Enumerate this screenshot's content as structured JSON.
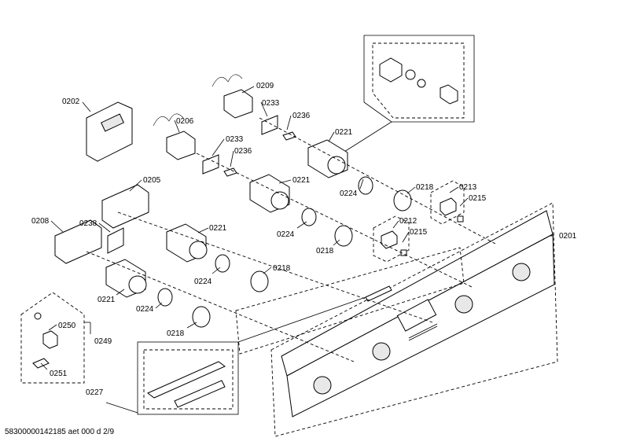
{
  "labels": {
    "l0202": "0202",
    "l0209": "0209",
    "l0233a": "0233",
    "l0236a": "0236",
    "l0206": "0206",
    "l0233b": "0233",
    "l0236b": "0236",
    "l0221a": "0221",
    "l0205": "0205",
    "l0221b": "0221",
    "l0224a": "0224",
    "l0218a": "0218",
    "l0213": "0213",
    "l0215a": "0215",
    "l0208": "0208",
    "l0238": "0238",
    "l0221c": "0221",
    "l0224b": "0224",
    "l0212": "0212",
    "l0215b": "0215",
    "l0218b": "0218",
    "l0201": "0201",
    "l0224c": "0224",
    "l0218c": "0218",
    "l0221d": "0221",
    "l0224d": "0224",
    "l0218d": "0218",
    "l0250": "0250",
    "l0249": "0249",
    "l0251": "0251",
    "l0227": "0227"
  },
  "document_reference": "58300000142185 aet 000 d 2/9"
}
